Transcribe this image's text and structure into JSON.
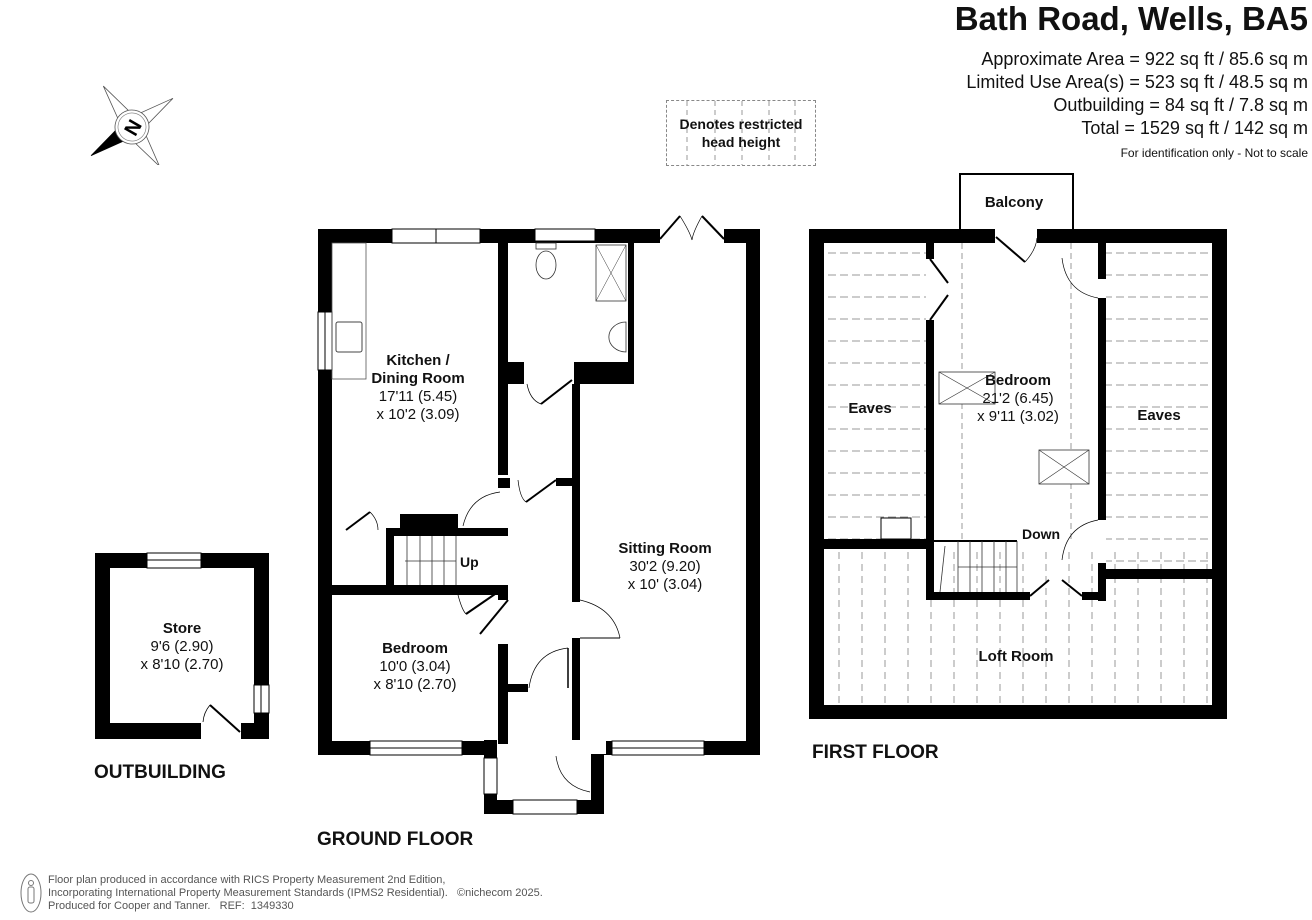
{
  "header": {
    "title": "Bath Road, Wells, BA5",
    "areas": [
      "Approximate Area = 922 sq ft / 85.6 sq m",
      "Limited Use Area(s) = 523 sq ft / 48.5 sq m",
      "Outbuilding = 84 sq ft / 7.8 sq m",
      "Total = 1529 sq ft / 142 sq m"
    ],
    "note": "For identification only - Not to scale"
  },
  "legend": {
    "line1": "Denotes restricted",
    "line2": "head height"
  },
  "compass": {
    "icon": "north-compass-icon",
    "letter": "N"
  },
  "floors": {
    "ground": "GROUND FLOOR",
    "first": "FIRST FLOOR",
    "outbuilding": "OUTBUILDING"
  },
  "rooms": {
    "kitchen": {
      "name1": "Kitchen /",
      "name2": "Dining Room",
      "dim1": "17'11 (5.45)",
      "dim2": "x 10'2 (3.09)"
    },
    "sitting": {
      "name": "Sitting Room",
      "dim1": "30'2 (9.20)",
      "dim2": "x 10' (3.04)"
    },
    "bedroom_ground": {
      "name": "Bedroom",
      "dim1": "10'0 (3.04)",
      "dim2": "x 8'10 (2.70)"
    },
    "store": {
      "name": "Store",
      "dim1": "9'6 (2.90)",
      "dim2": "x 8'10 (2.70)"
    },
    "bedroom_first": {
      "name": "Bedroom",
      "dim1": "21'2 (6.45)",
      "dim2": "x 9'11 (3.02)"
    },
    "eaves_left": {
      "name": "Eaves"
    },
    "eaves_right": {
      "name": "Eaves"
    },
    "balcony": {
      "name": "Balcony"
    },
    "loft": {
      "name": "Loft Room"
    }
  },
  "stairs": {
    "up": "Up",
    "down": "Down"
  },
  "footer": {
    "line1": "Floor plan produced in accordance with RICS Property Measurement 2nd Edition,",
    "line2": "Incorporating International Property Measurement Standards (IPMS2 Residential).   ©nichecom 2025.",
    "line3": "Produced for Cooper and Tanner.   REF:  1349330"
  }
}
